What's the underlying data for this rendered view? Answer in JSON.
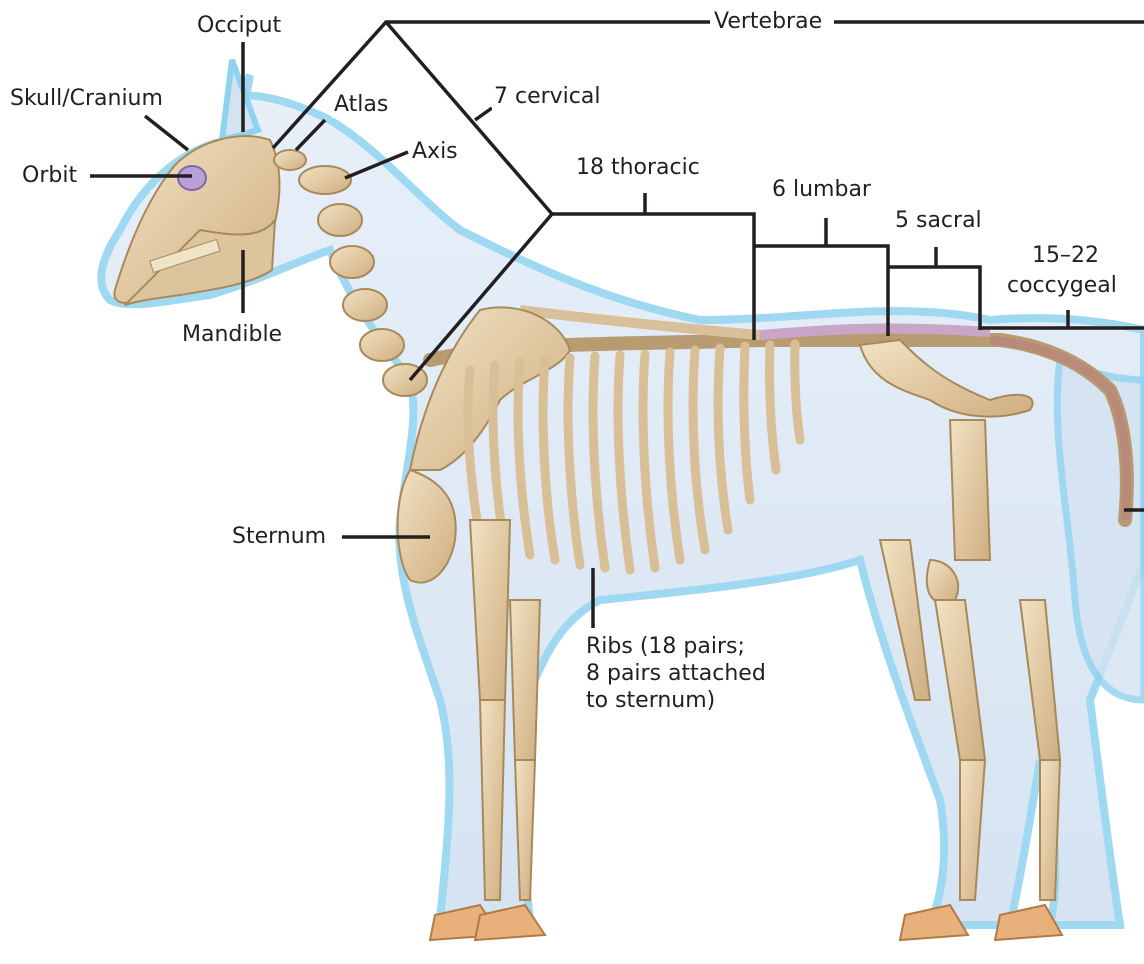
{
  "diagram": {
    "labels": {
      "occiput": "Occiput",
      "skull": "Skull/Cranium",
      "orbit": "Orbit",
      "atlas": "Atlas",
      "axis": "Axis",
      "mandible": "Mandible",
      "vertebrae": "Vertebrae",
      "cervical": "7 cervical",
      "thoracic": "18 thoracic",
      "lumbar": "6 lumbar",
      "sacral": "5 sacral",
      "coccygeal_count": "15–22",
      "coccygeal": "coccygeal",
      "sternum": "Sternum",
      "ribs": "Ribs (18 pairs;\n8 pairs attached\nto sternum)"
    },
    "colors": {
      "leader_line": "#231f20",
      "bone": "#e8d2ad",
      "bone_shadow": "#c7a87a",
      "body_outline": "#8fd3ef",
      "body_fill": "#d9e6f4",
      "hoof": "#e8b07a",
      "vertebra_highlight": "#c9a6c8"
    }
  }
}
